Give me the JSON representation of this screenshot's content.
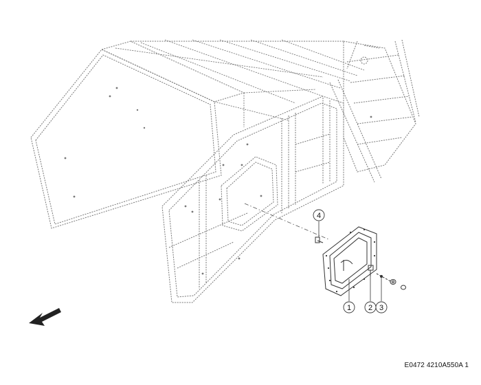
{
  "callouts": [
    {
      "number": "1",
      "part": "access-cover-plate"
    },
    {
      "number": "2",
      "part": "pin"
    },
    {
      "number": "3",
      "part": "washer-and-nut"
    },
    {
      "number": "4",
      "part": "bolt"
    }
  ],
  "drawing_code": "E0472 4210A550A 1",
  "direction_icon": "arrow-front-left",
  "line_color": "#555555"
}
